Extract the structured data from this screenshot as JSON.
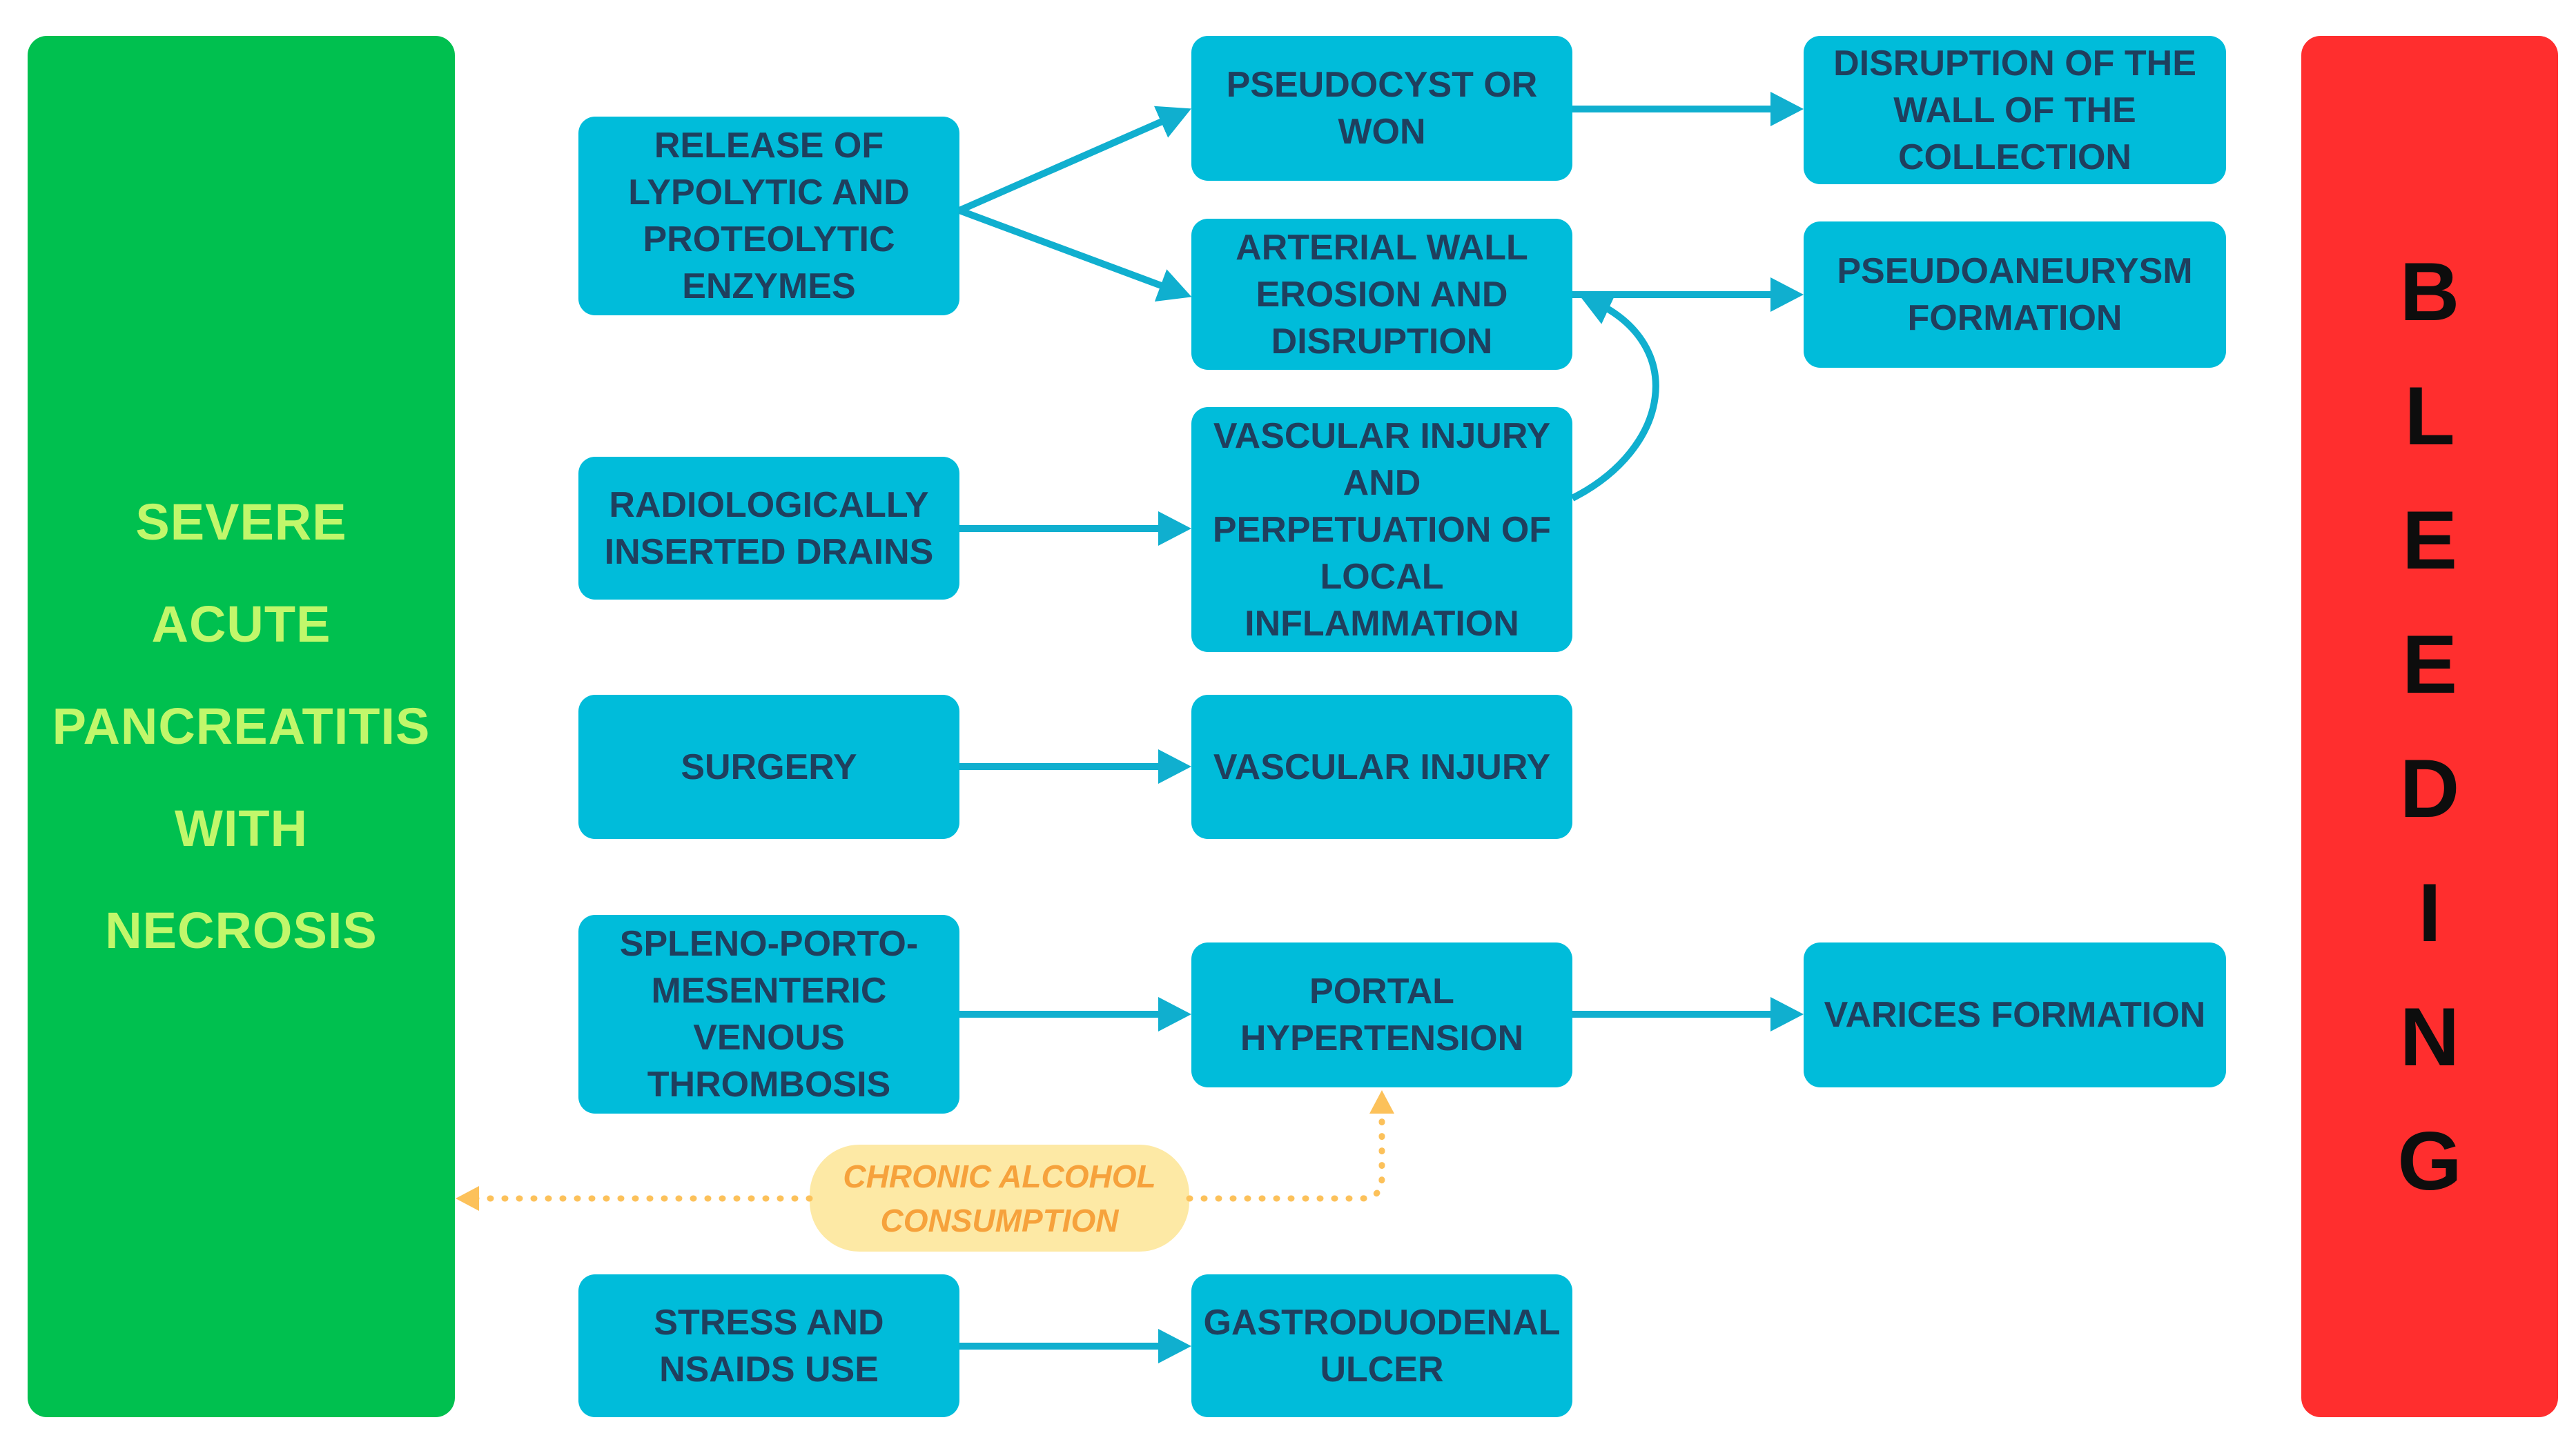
{
  "left_panel": {
    "text": "SEVERE\nACUTE\nPANCREATITIS\nWITH\nNECROSIS"
  },
  "right_panel": {
    "text": "BLEEDING"
  },
  "nodes": {
    "enzymes": "RELEASE OF\nLYPOLYTIC AND\nPROTEOLYTIC\nENZYMES",
    "drains": "RADIOLOGICALLY\nINSERTED DRAINS",
    "surgery": "SURGERY",
    "thrombosis": "SPLENO-PORTO-\nMESENTERIC\nVENOUS\nTHROMBOSIS",
    "stress": "STRESS AND\nNSAIDS USE",
    "pseudocyst": "PSEUDOCYST OR\nWON",
    "arterial_erosion": "ARTERIAL WALL\nEROSION AND\nDISRUPTION",
    "vascular_inflammation": "VASCULAR INJURY\nAND\nPERPETUATION OF\nLOCAL\nINFLAMMATION",
    "vascular_injury": "VASCULAR INJURY",
    "portal_hypertension": "PORTAL\nHYPERTENSION",
    "ulcer": "GASTRODUODENAL\nULCER",
    "collection_disruption": "DISRUPTION OF THE\nWALL OF THE\nCOLLECTION",
    "pseudoaneurysm": "PSEUDOANEURYSM\nFORMATION",
    "varices": "VARICES FORMATION"
  },
  "note": {
    "text": "CHRONIC ALCOHOL\nCONSUMPTION"
  },
  "colors": {
    "left_panel": "#00c04f",
    "left_panel_text": "#c1f76b",
    "right_panel": "#ff2e2e",
    "right_panel_text": "#0d0d0d",
    "node_fill": "#00bcda",
    "node_text": "#1f3f5e",
    "arrow": "#10afcf",
    "note_fill": "#fde9a5",
    "note_text": "#f6a23c",
    "note_arrow": "#fcc15a"
  }
}
